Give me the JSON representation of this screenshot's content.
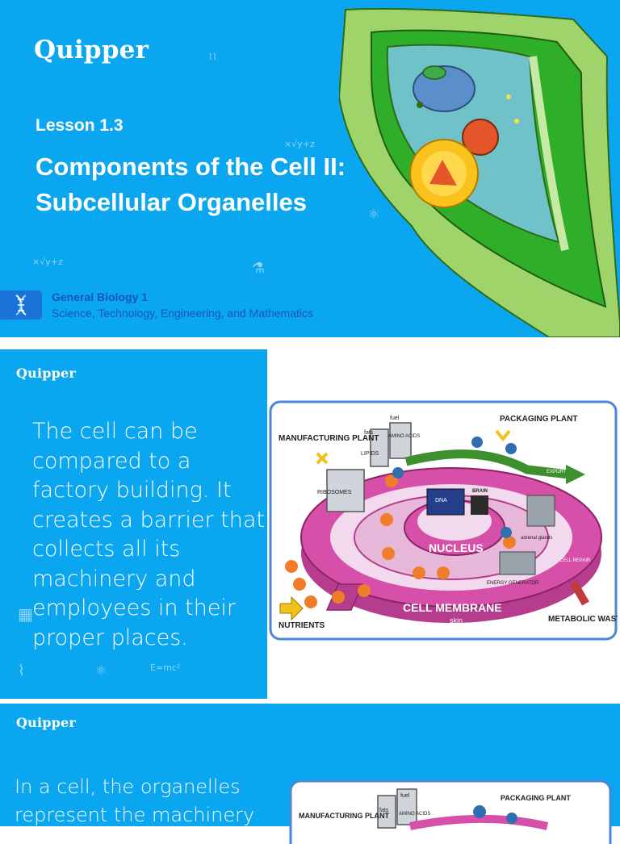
{
  "brand": "Quipper",
  "slide1": {
    "lesson": "Lesson 1.3",
    "title_line1": "Components of the Cell II:",
    "title_line2": "Subcellular Organelles",
    "subject": "General Biology 1",
    "track": "Science, Technology, Engineering, and Mathematics"
  },
  "slide2": {
    "text": "The cell can be compared to a factory building. It creates a barrier that collects all its machinery and employees in their proper places."
  },
  "slide3": {
    "text": "In a cell, the organelles represent the machinery"
  },
  "diagram": {
    "manufacturing_plant": "MANUFACTURING PLANT",
    "packaging_plant": "PACKAGING PLANT",
    "nucleus": "NUCLEUS",
    "cell_membrane": "CELL MEMBRANE",
    "skin": "skin",
    "nutrients": "NUTRIENTS",
    "metabolic_waste": "METABOLIC WASTE",
    "ribosomes": "RIBOSOMES",
    "lipids": "LIPIDS",
    "fats": "fats",
    "fuel": "fuel",
    "amino_acids": "AMINO ACIDS",
    "brain": "BRAIN",
    "dna": "DNA",
    "export": "EXPORT",
    "cell_repair": "CELL REPAIR",
    "adrenal_glands": "adrenal glands",
    "energy_generator": "ENERGY GENERATOR"
  },
  "colors": {
    "background": "#0aa6f0",
    "membrane": "#d64fa8",
    "frame": "#4a86d8"
  }
}
